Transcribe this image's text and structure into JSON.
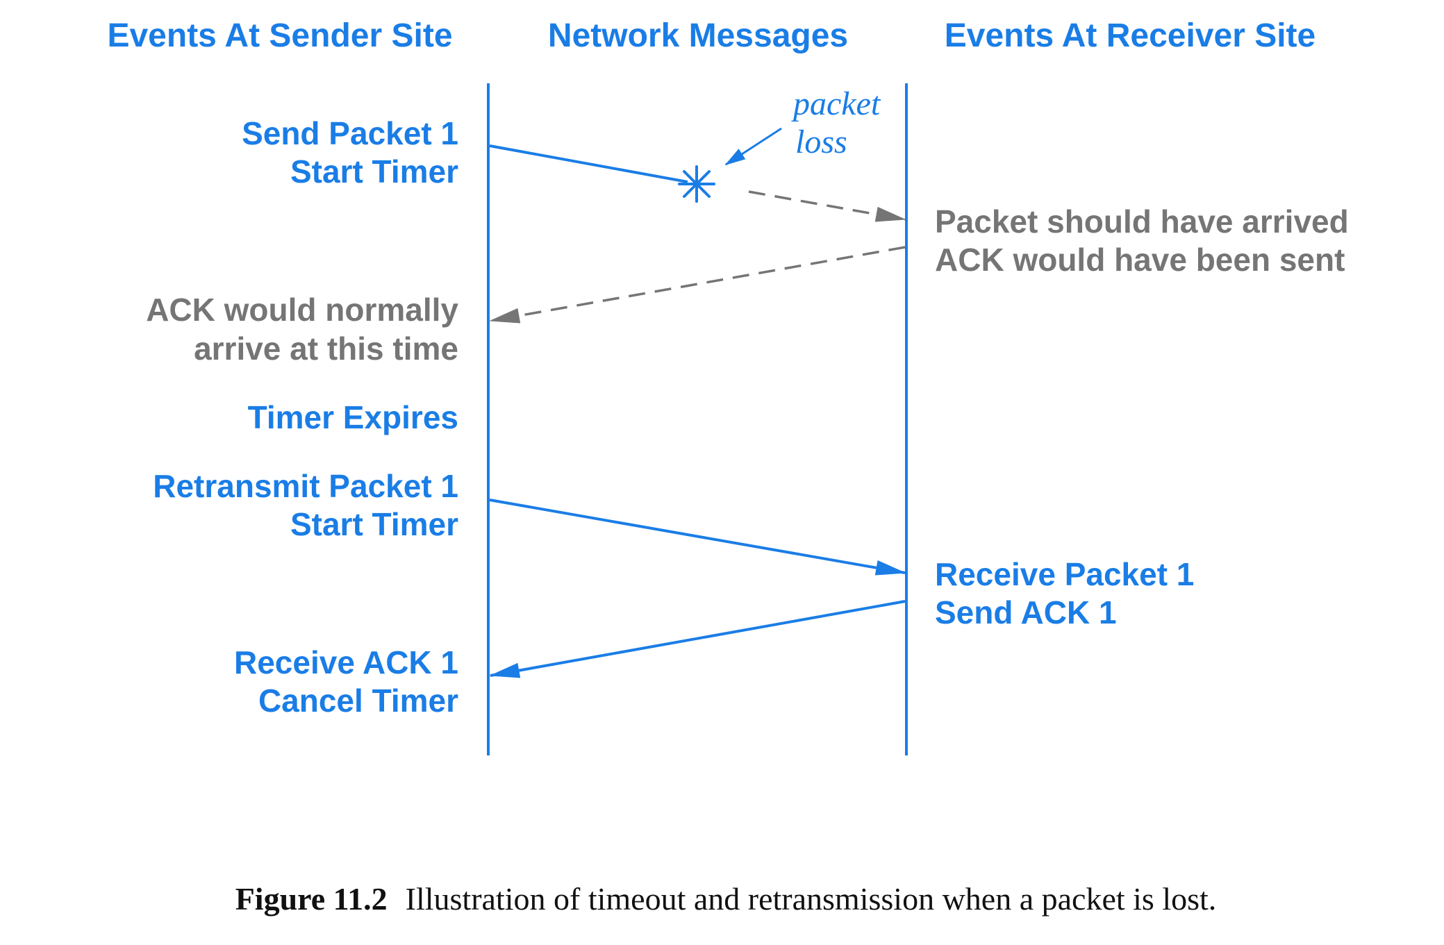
{
  "colors": {
    "blue": "#1a7de6",
    "gray": "#757575",
    "black": "#111111"
  },
  "headers": {
    "sender": "Events At Sender Site",
    "network": "Network Messages",
    "receiver": "Events At Receiver Site"
  },
  "sender_events": {
    "send_line1": "Send Packet 1",
    "send_line2": "Start Timer",
    "ack_normal_line1": "ACK would normally",
    "ack_normal_line2": "arrive at this time",
    "timer_expires": "Timer Expires",
    "retransmit_line1": "Retransmit Packet 1",
    "retransmit_line2": "Start Timer",
    "receive_ack_line1": "Receive ACK 1",
    "receive_ack_line2": "Cancel Timer"
  },
  "network_notes": {
    "loss_line1": "packet",
    "loss_line2": "loss"
  },
  "receiver_events": {
    "should_line1": "Packet should have arrived",
    "should_line2": "ACK would have been sent",
    "receive_line1": "Receive Packet 1",
    "receive_line2": "Send ACK 1"
  },
  "caption": {
    "label": "Figure 11.2",
    "text": "Illustration of timeout and retransmission when a packet is lost."
  }
}
